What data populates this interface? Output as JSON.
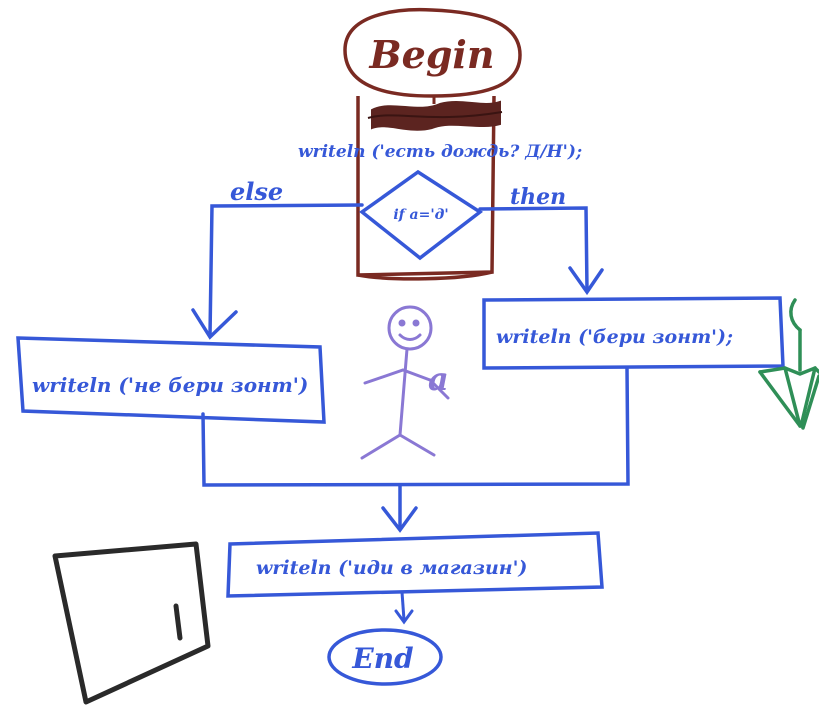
{
  "colors": {
    "blue": "#3658d8",
    "brown": "#7a2a22",
    "purple": "#8a78d4",
    "green": "#2f8f57",
    "black": "#2a2a2a"
  },
  "flowchart": {
    "begin": "Begin",
    "prompt": "writeln ('есть дождь? Д/Н');",
    "condition": "if a='д'",
    "then_label": "then",
    "else_label": "else",
    "then_action": "writeln ('бери зонт');",
    "else_action": "writeln ('не бери зонт')",
    "final_action": "writeln ('иди в магазин')",
    "end": "End"
  },
  "figure": {
    "variable_label": "a"
  },
  "decorations": [
    "umbrella-drawing",
    "door-drawing",
    "stick-figure-drawing"
  ]
}
